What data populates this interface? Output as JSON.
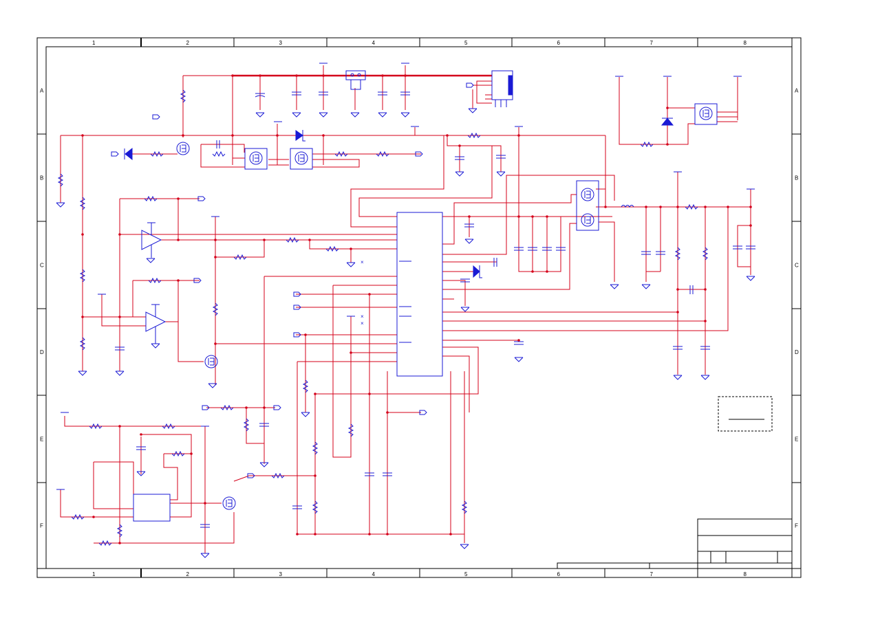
{
  "sheet": {
    "columns_top": [
      "1",
      "2",
      "3",
      "4",
      "5",
      "6",
      "7",
      "8"
    ],
    "columns_bottom": [
      "1",
      "2",
      "3",
      "4",
      "5",
      "6",
      "7",
      "8"
    ],
    "rows_left": [
      "A",
      "B",
      "C",
      "D",
      "E",
      "F"
    ],
    "rows_right": [
      "A",
      "B",
      "C",
      "D",
      "E",
      "F"
    ]
  },
  "colors": {
    "wire": "#d4001a",
    "component": "#1a1ad4",
    "frame": "#000000"
  },
  "icons": [
    "resistor-icon",
    "capacitor-icon",
    "ground-icon",
    "mosfet-icon",
    "diode-icon",
    "opamp-icon",
    "ic-icon",
    "port-icon",
    "power-rail-icon",
    "inductor-icon",
    "connector-icon"
  ]
}
